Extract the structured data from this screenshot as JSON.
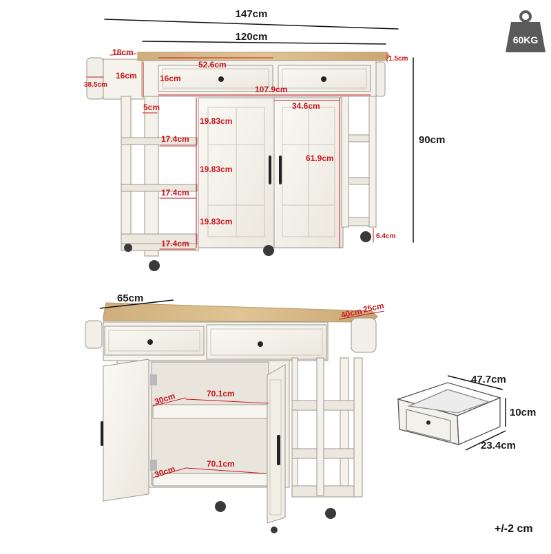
{
  "weight": {
    "label": "60KG",
    "icon": "weight-icon"
  },
  "colors": {
    "cabinet": "#f4f1ea",
    "outline": "#9a978f",
    "wood": "#d8b98a",
    "dimension_red": "#c8161d",
    "handle": "#222222",
    "badge": "#5a5a5a"
  },
  "front": {
    "overall_width": "147cm",
    "top_width": "120cm",
    "towel_bar_depth": "18cm",
    "side_box_height": "16cm",
    "towel_bar_width": "38.5cm",
    "drawer_width": "52.6cm",
    "drawer_height": "16cm",
    "top_thickness": "1.5cm",
    "inner_width": "107.9cm",
    "post_width": "5cm",
    "door_width": "34.6cm",
    "shelf_gap_1": "19.83cm",
    "shelf_gap_2": "19.83cm",
    "shelf_gap_3": "19.83cm",
    "shelf_depth_1": "17.4cm",
    "shelf_depth_2": "17.4cm",
    "shelf_depth_3": "17.4cm",
    "door_height": "61.9cm",
    "total_height": "90cm",
    "clearance": "6.4cm"
  },
  "open_view": {
    "depth": "65cm",
    "side_depth": "40cm",
    "side_shelf": "25cm",
    "inner_width_top": "70.1cm",
    "inner_depth_top": "30cm",
    "inner_width_bottom": "70.1cm",
    "inner_depth_bottom": "30cm"
  },
  "drawer": {
    "width": "47.7cm",
    "height": "10cm",
    "depth": "23.4cm"
  },
  "tolerance": "+/-2 cm"
}
